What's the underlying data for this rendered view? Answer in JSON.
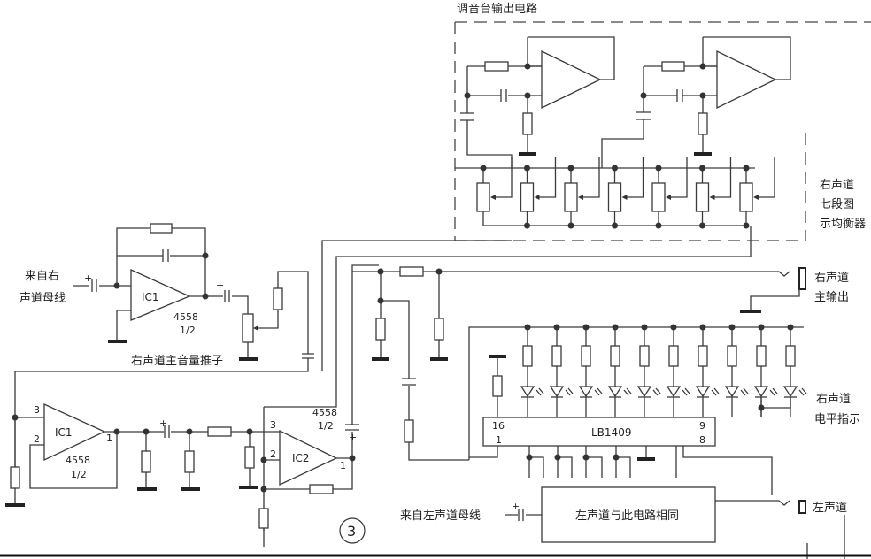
{
  "figure_number": "3",
  "labels": {
    "mixer_output_circuit": "调音台输出电路",
    "eq_title_line1": "右声道",
    "eq_title_line2": "七段图",
    "eq_title_line3": "示均衡器",
    "input_right_line1": "来自右",
    "input_right_line2": "声道母线",
    "master_fader": "右声道主音量推子",
    "main_out_line1": "右声道",
    "main_out_line2": "主输出",
    "level_ind_line1": "右声道",
    "level_ind_line2": "电平指示",
    "input_left": "来自左声道母线",
    "left_same_block": "左声道与此电路相同",
    "left_channel": "左声道"
  },
  "components": {
    "ic1_top": {
      "name": "IC1",
      "part": "4558",
      "fraction": "1/2"
    },
    "ic1_bottom": {
      "name": "IC1",
      "part": "4558",
      "fraction": "1/2",
      "pin_in_plus": "3",
      "pin_in_minus": "2",
      "pin_out": "1"
    },
    "ic2": {
      "name": "IC2",
      "part": "4558",
      "fraction": "1/2",
      "pin_in_plus": "3",
      "pin_in_minus": "2",
      "pin_out": "1"
    },
    "lb1409": {
      "name": "LB1409",
      "pin_tl": "16",
      "pin_bl": "1",
      "pin_tr": "9",
      "pin_br": "8"
    }
  },
  "plus_mark": "+",
  "eq_band_count": 7,
  "led_count": 10
}
